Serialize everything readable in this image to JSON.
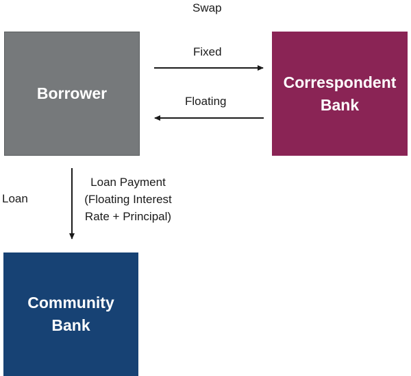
{
  "diagram": {
    "swap_label": "Swap",
    "fixed_label": "Fixed",
    "floating_label": "Floating",
    "loan_label": "Loan",
    "loan_payment_label": "Loan Payment (Floating Interest Rate + Principal)"
  },
  "nodes": {
    "borrower": {
      "label": "Borrower",
      "color": "#76797b"
    },
    "correspondent_bank": {
      "line1": "Correspondent",
      "line2": "Bank",
      "color": "#8a2455"
    },
    "community_bank": {
      "line1": "Community",
      "line2": "Bank",
      "color": "#174274"
    }
  },
  "colors": {
    "arrow": "#1a1a1a",
    "text": "#1a1a1a"
  }
}
